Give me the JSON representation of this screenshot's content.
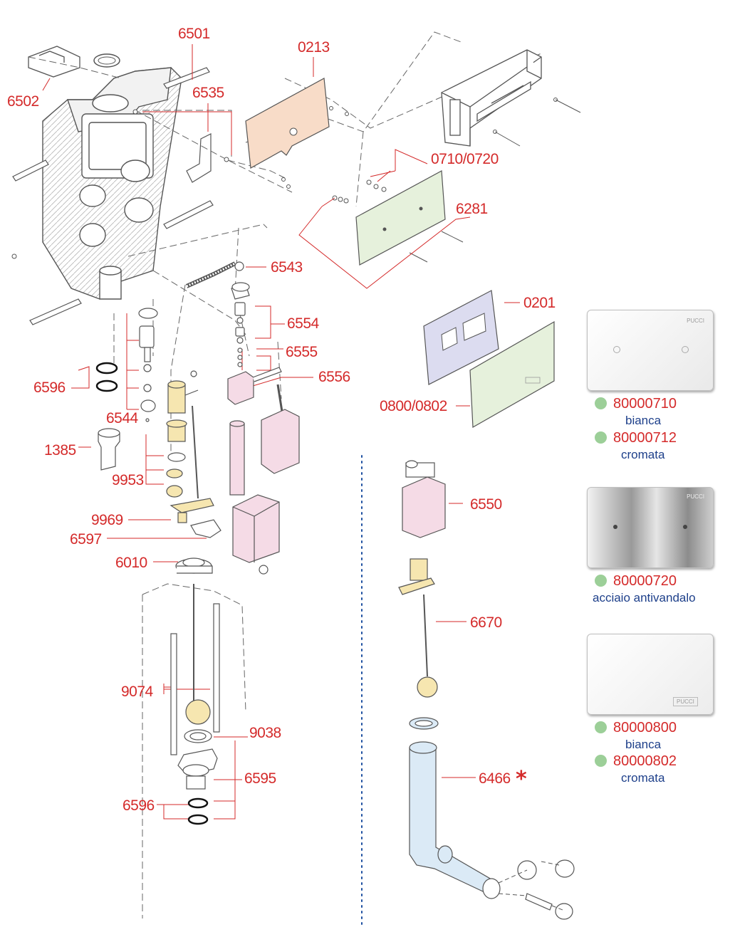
{
  "colors": {
    "label_red": "#d42a2a",
    "product_blue": "#1d3f8a",
    "dot_green": "#9ccf98",
    "part_peach": "#f8dcc8",
    "part_green": "#e6f1dc",
    "part_lavender": "#dcdcf0",
    "part_pink": "#f5dbe6",
    "part_yellow": "#f6e6b0",
    "part_blue": "#dbeaf6"
  },
  "labels": {
    "l6501": "6501",
    "l6502": "6502",
    "l0213": "0213",
    "l6535": "6535",
    "l0710": "0710/0720",
    "l6281": "6281",
    "l6543": "6543",
    "l6554": "6554",
    "l6555": "6555",
    "l6556": "6556",
    "l6596a": "6596",
    "l6544": "6544",
    "l1385": "1385",
    "l9953": "9953",
    "l9969": "9969",
    "l6597": "6597",
    "l6010": "6010",
    "l0201": "0201",
    "l0800": "0800/0802",
    "l6550": "6550",
    "l6670": "6670",
    "l9074": "9074",
    "l9038": "9038",
    "l6595": "6595",
    "l6596b": "6596",
    "l6466": "6466"
  },
  "star_symbol": "*",
  "plate_brand": "PUCCI",
  "products": [
    {
      "code": "80000710",
      "desc": "bianca"
    },
    {
      "code": "80000712",
      "desc": "cromata"
    },
    {
      "code": "80000720",
      "desc": "acciaio antivandalo"
    },
    {
      "code": "80000800",
      "desc": "bianca"
    },
    {
      "code": "80000802",
      "desc": "cromata"
    }
  ]
}
